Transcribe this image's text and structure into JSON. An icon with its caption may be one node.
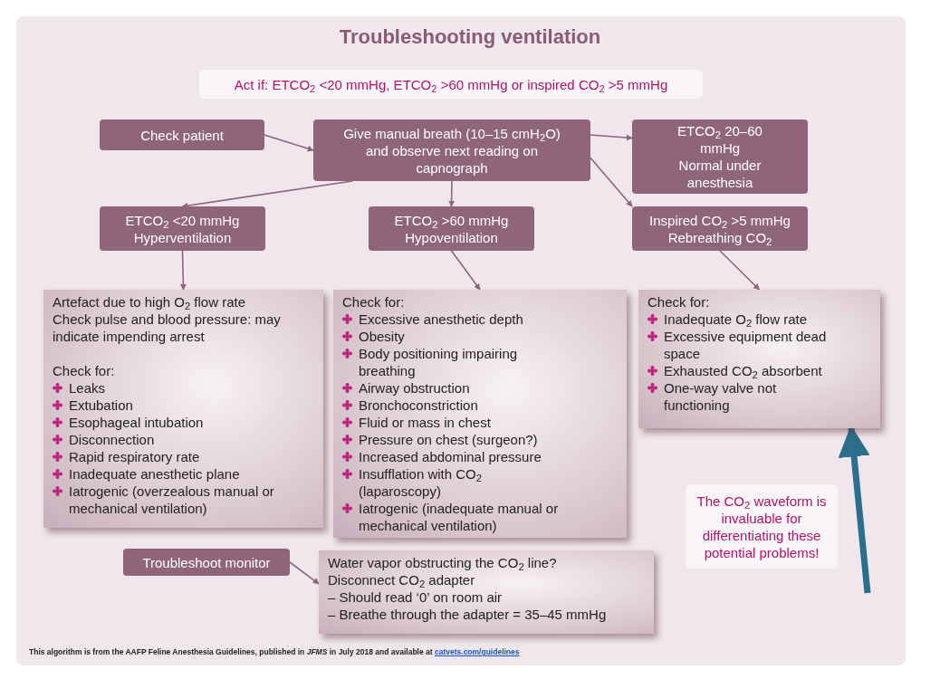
{
  "diagram": {
    "title": "Troubleshooting ventilation",
    "nodes": [
      {
        "text": [
          "Act if: ETCO$_{2}$ <20 mmHg, ETCO$_{2}$ >60 mmHg or inspired CO$_{2}$ >5 mmHg"
        ]
      },
      {
        "text": [
          "Check patient"
        ]
      },
      {
        "text": [
          "Give manual breath (10–15 cmH$_{2}$O) and observe next reading on capnograph"
        ]
      },
      {
        "text": [
          "ETCO$_{2}$ 20–60 mmHg",
          "Normal under anesthesia"
        ]
      },
      {
        "text": [
          "ETCO$_{2}$ <20 mmHg",
          "Hyperventilation"
        ]
      },
      {
        "text": [
          "ETCO$_{2}$ >60 mmHg",
          "Hypoventilation"
        ]
      },
      {
        "text": [
          "Inspired CO$_{2}$ >5 mmHg",
          "Rebreathing CO$_{2}$"
        ]
      },
      {
        "text": [
          "Artefact due to high O$_{2}$ flow rate",
          "Check pulse and blood pressure: may indicate impending arrest",
          "Check for:",
          "Leaks",
          "Extubation",
          "Esophageal intubation",
          "Disconnection",
          "Rapid respiratory rate",
          "Inadequate anesthetic plane",
          "Iatrogenic (overzealous manual or mechanical ventilation)"
        ]
      },
      {
        "text": [
          "Check for:",
          "Excessive anesthetic depth",
          "Obesity",
          "Body positioning impairing breathing",
          "Airway obstruction",
          "Bronchoconstriction",
          "Fluid or mass in chest",
          "Pressure on chest (surgeon?)",
          "Increased abdominal pressure",
          "Insufflation with CO$_{2}$ (laparoscopy)",
          "Iatrogenic (inadequate manual or mechanical ventilation)"
        ]
      },
      {
        "text": [
          "Check for:",
          "Inadequate O$_{2}$ flow rate",
          "Excessive equipment dead space",
          "Exhausted CO$_{2}$ absorbent",
          "One-way valve not functioning"
        ]
      },
      {
        "text": [
          "Troubleshoot monitor"
        ]
      },
      {
        "text": [
          "Water vapor obstructing the CO$_{2}$ line?",
          "Disconnect CO$_{2}$ adapter",
          "– Should read ‘0’ on room air",
          "– Breathe through the adapter = 35–45 mmHg"
        ]
      },
      {
        "text": [
          "The CO$_{2}$ waveform is invaluable for differentiating these potential problems!"
        ]
      }
    ],
    "edges": [
      {
        "from": 1,
        "to": 2,
        "arrow": "to"
      },
      {
        "from": 2,
        "to": 3,
        "arrow": "to"
      },
      {
        "from": 2,
        "to": 4,
        "arrow": "to"
      },
      {
        "from": 2,
        "to": 5,
        "arrow": "to"
      },
      {
        "from": 2,
        "to": 6,
        "arrow": "to"
      },
      {
        "from": 4,
        "to": 7,
        "arrow": "to"
      },
      {
        "from": 5,
        "to": 8,
        "arrow": "to"
      },
      {
        "from": 6,
        "to": 9,
        "arrow": "to"
      },
      {
        "from": 10,
        "to": 11,
        "arrow": "to"
      },
      {
        "from": null,
        "to": 9,
        "arrow": "to",
        "style": "thick",
        "color": "#2b6f8c"
      }
    ],
    "labels": [
      "This algorithm is from the AAFP Feline Anesthesia Guidelines, published in *JFMS* in July 2018 and available at",
      "catvets.com/guidelines"
    ]
  }
}
